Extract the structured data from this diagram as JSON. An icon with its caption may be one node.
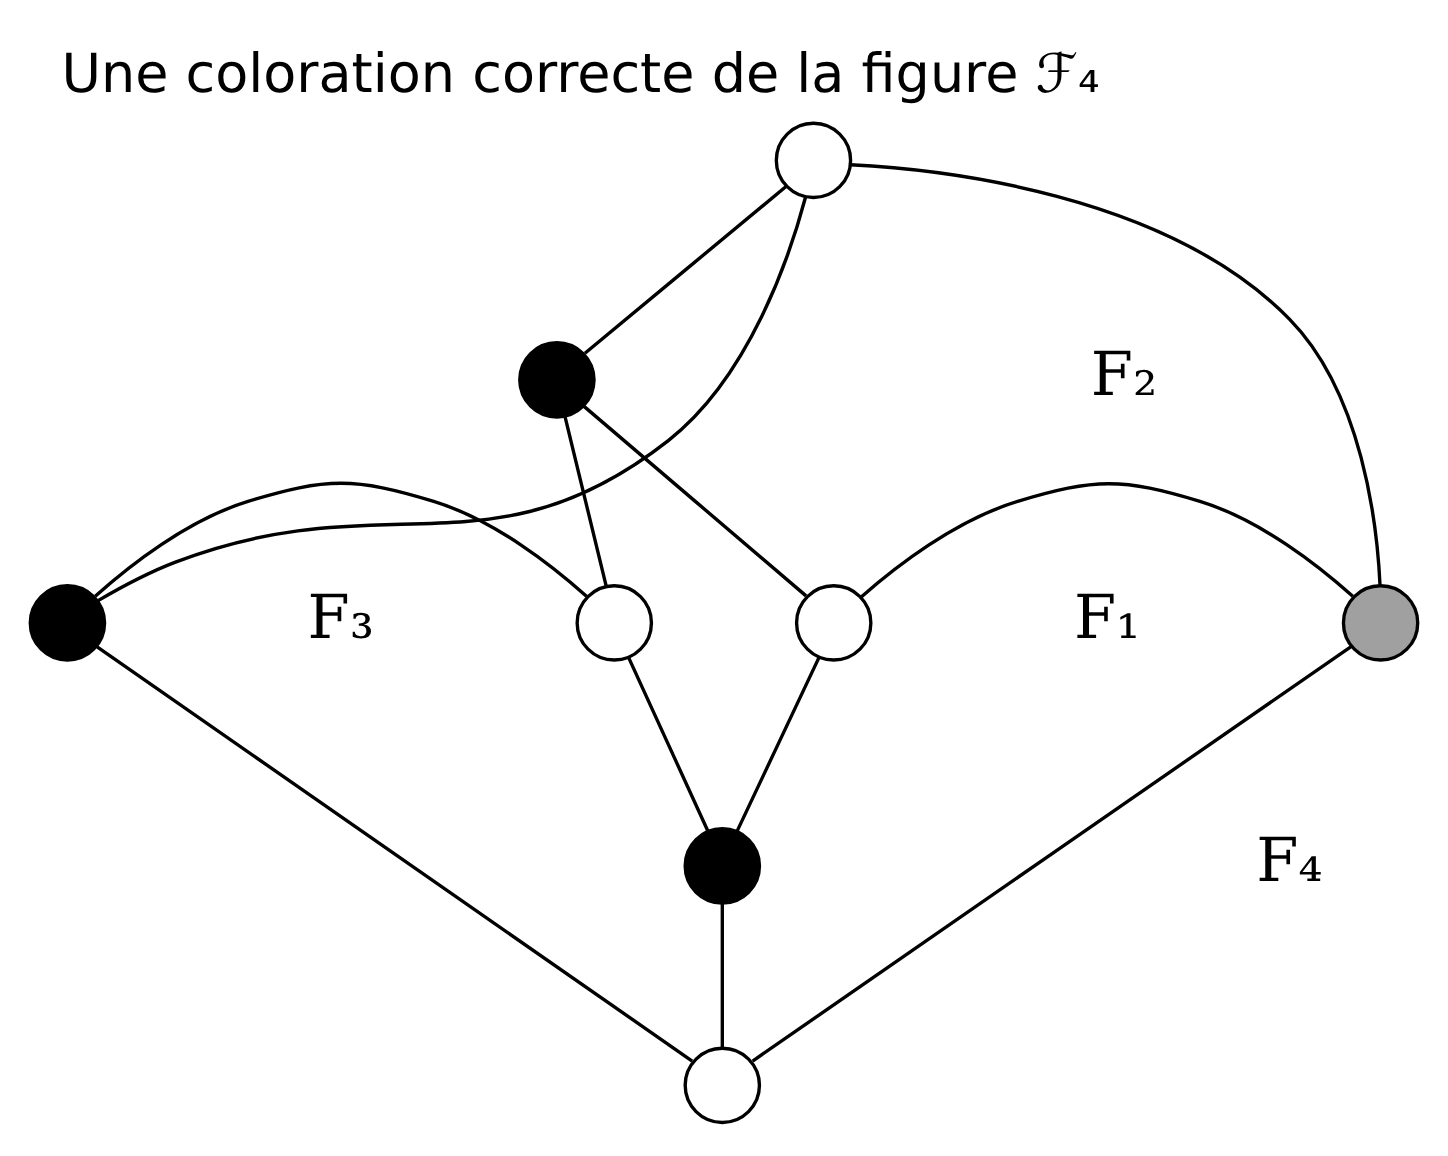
{
  "diagram": {
    "title": "Une coloration correcte de la figure ℱ₄",
    "nodes": [
      {
        "text": [],
        "shape": "circle"
      },
      {
        "text": [],
        "shape": "circle"
      },
      {
        "text": [],
        "shape": "circle"
      },
      {
        "text": [],
        "shape": "circle"
      },
      {
        "text": [],
        "shape": "circle"
      },
      {
        "text": [],
        "shape": "circle"
      },
      {
        "text": [],
        "shape": "circle"
      },
      {
        "text": [],
        "shape": "circle"
      }
    ],
    "edges": [
      {
        "from": 0,
        "to": 1,
        "arrow": "none"
      },
      {
        "from": 0,
        "to": 2,
        "arrow": "none"
      },
      {
        "from": 0,
        "to": 5,
        "arrow": "none"
      },
      {
        "from": 1,
        "to": 3,
        "arrow": "none"
      },
      {
        "from": 1,
        "to": 4,
        "arrow": "none"
      },
      {
        "from": 2,
        "to": 3,
        "arrow": "none"
      },
      {
        "from": 2,
        "to": 7,
        "arrow": "none"
      },
      {
        "from": 3,
        "to": 6,
        "arrow": "none"
      },
      {
        "from": 4,
        "to": 5,
        "arrow": "none"
      },
      {
        "from": 4,
        "to": 6,
        "arrow": "none"
      },
      {
        "from": 5,
        "to": 7,
        "arrow": "none"
      },
      {
        "from": 6,
        "to": 7,
        "arrow": "none"
      }
    ],
    "labels": [
      "F₂",
      "F₃",
      "F₁",
      "F₄"
    ]
  }
}
